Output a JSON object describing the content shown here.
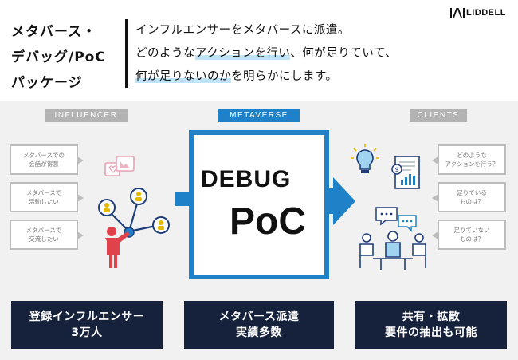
{
  "header": {
    "title_lines": [
      "メタバース・",
      "デバッグ/PoC",
      "パッケージ"
    ],
    "subtitle": {
      "line1": "インフルエンサーをメタバースに派遣。",
      "line2_pre": "どのような",
      "line2_hl": "アクションを行い",
      "line2_post": "、何が足りていて、",
      "line3_hl": "何が足りないのか",
      "line3_post": "を明らかにします。"
    },
    "brand": "LIDDELL"
  },
  "sections": {
    "influencer": "INFLUENCER",
    "metaverse": "METAVERSE",
    "clients": "CLIENTS"
  },
  "influencer_bubbles": [
    [
      "メタバースでの",
      "会話が得意"
    ],
    [
      "メタバースで",
      "活動したい"
    ],
    [
      "メタバースで",
      "交流したい"
    ]
  ],
  "client_bubbles": [
    [
      "どのような",
      "アクションを行う？"
    ],
    [
      "足りている",
      "ものは？"
    ],
    [
      "足りていない",
      "ものは？"
    ]
  ],
  "center": {
    "debug": "DEBUG",
    "poc": "PoC"
  },
  "bottom_boxes": [
    [
      "登録インフルエンサー",
      "3万人"
    ],
    [
      "メタバース派遣",
      "実績多数"
    ],
    [
      "共有・拡散",
      "要件の抽出も可能"
    ]
  ],
  "colors": {
    "accent": "#1f82c9",
    "navy": "#16213c",
    "gray_label": "#b3b3b3",
    "pink": "#e8a0b4",
    "influencer_red": "#e0414b"
  }
}
